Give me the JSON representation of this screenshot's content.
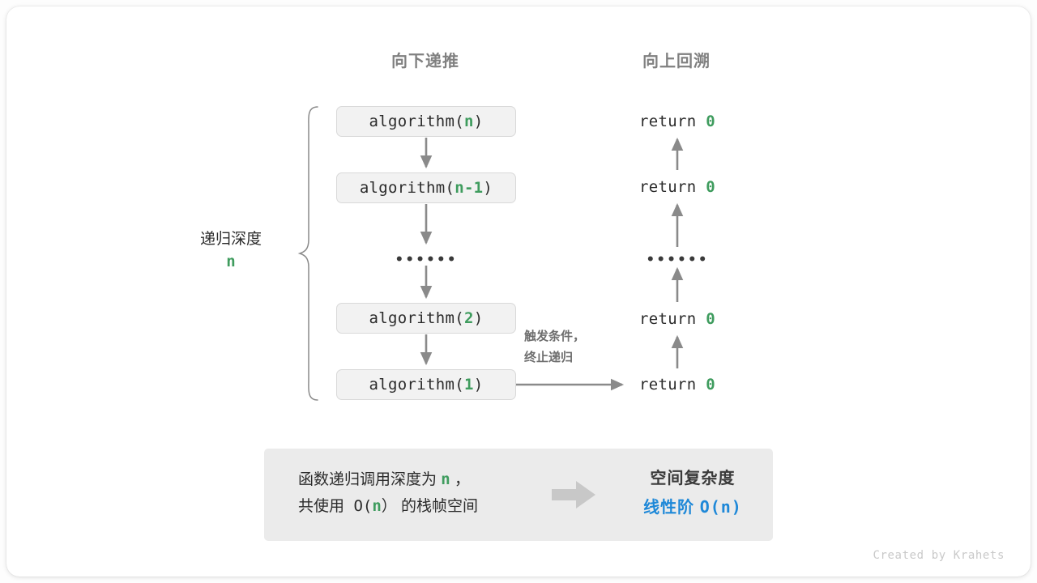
{
  "headers": {
    "down": "向下递推",
    "up": "向上回溯"
  },
  "call_stack": {
    "boxes": [
      {
        "fn": "algorithm(",
        "arg": "n",
        "close": ")"
      },
      {
        "fn": "algorithm(",
        "arg": "n-1",
        "close": ")"
      },
      {
        "fn": "algorithm(",
        "arg": "2",
        "close": ")"
      },
      {
        "fn": "algorithm(",
        "arg": "1",
        "close": ")"
      }
    ],
    "ellipsis": "••••••"
  },
  "returns": {
    "keyword": "return",
    "value": "0",
    "ellipsis": "••••••",
    "count": 4
  },
  "depth": {
    "label": "递归深度",
    "value": "n"
  },
  "terminate": {
    "line1": "触发条件，",
    "line2": "终止递归"
  },
  "summary": {
    "left_line1_a": "函数递归调用深度为 ",
    "left_line1_b": "n",
    "left_line1_c": " ，",
    "left_line2_a": "共使用 O(",
    "left_line2_b": "n",
    "left_line2_c": "） 的栈帧空间",
    "arrow": "right-block-arrow",
    "title": "空间复杂度",
    "result_text": "线性阶 ",
    "result_notation": "O(n)"
  },
  "footer": "Created by Krahets",
  "colors": {
    "accent_green": "#3f9c5e",
    "accent_blue": "#1e88d8",
    "box_fill": "#f2f2f2",
    "box_border": "#d9d9d9",
    "panel_fill": "#ebebeb",
    "arrow_gray": "#8a8a8a",
    "heading_gray": "#808080",
    "footer_gray": "#c9c9c9"
  }
}
